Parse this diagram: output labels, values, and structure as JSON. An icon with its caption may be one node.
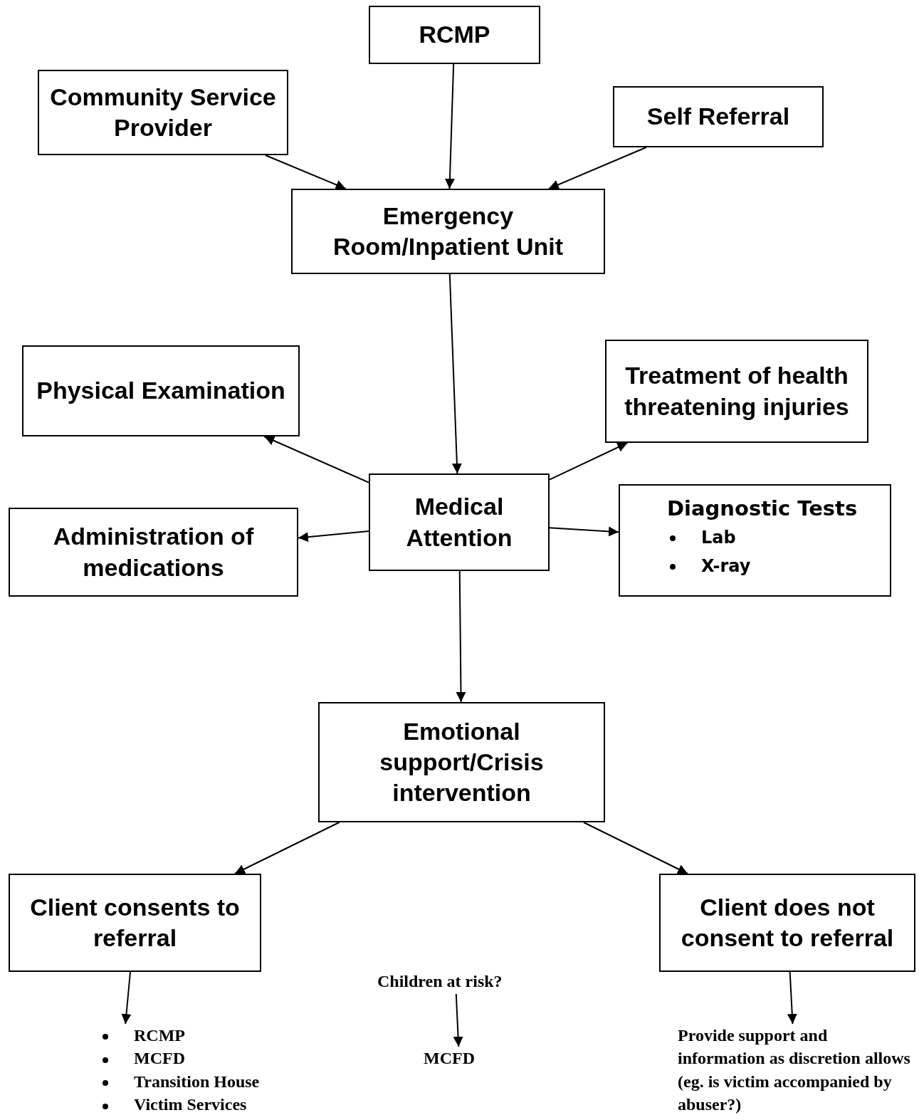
{
  "diagram": {
    "nodes": [
      {
        "text": [
          "RCMP"
        ]
      },
      {
        "text": [
          "Community Service Provider"
        ]
      },
      {
        "text": [
          "Self Referral"
        ]
      },
      {
        "text": [
          "Emergency Room/Inpatient Unit"
        ]
      },
      {
        "text": [
          "Physical Examination"
        ]
      },
      {
        "text": [
          "Treatment of health threatening injuries"
        ]
      },
      {
        "text": [
          "Medical Attention"
        ]
      },
      {
        "text": [
          "Administration of medications"
        ]
      },
      {
        "text": [
          "Diagnostic Tests",
          "Lab",
          "X-ray"
        ]
      },
      {
        "text": [
          "Emotional support/Crisis intervention"
        ]
      },
      {
        "text": [
          "Client consents to referral"
        ]
      },
      {
        "text": [
          "Client does not consent to referral"
        ]
      },
      {
        "text": [
          "RCMP",
          "MCFD",
          "Transition House",
          "Victim Services"
        ]
      },
      {
        "text": [
          "Children at risk?"
        ]
      },
      {
        "text": [
          "MCFD"
        ]
      },
      {
        "text": [
          "Provide support and information as discretion allows (eg. is victim accompanied by abuser?)"
        ]
      }
    ],
    "edges": [
      {
        "from": 1,
        "to": 3,
        "arrow": "to"
      },
      {
        "from": 0,
        "to": 3,
        "arrow": "to"
      },
      {
        "from": 2,
        "to": 3,
        "arrow": "to"
      },
      {
        "from": 3,
        "to": 6,
        "arrow": "to"
      },
      {
        "from": 6,
        "to": 4,
        "arrow": "to"
      },
      {
        "from": 6,
        "to": 5,
        "arrow": "to"
      },
      {
        "from": 6,
        "to": 7,
        "arrow": "to"
      },
      {
        "from": 6,
        "to": 8,
        "arrow": "to"
      },
      {
        "from": 6,
        "to": 9,
        "arrow": "to"
      },
      {
        "from": 9,
        "to": 10,
        "arrow": "to"
      },
      {
        "from": 9,
        "to": 11,
        "arrow": "to"
      },
      {
        "from": 10,
        "to": 12,
        "arrow": "to"
      },
      {
        "from": 13,
        "to": 14,
        "arrow": "to"
      },
      {
        "from": 11,
        "to": 15,
        "arrow": "to"
      }
    ]
  }
}
